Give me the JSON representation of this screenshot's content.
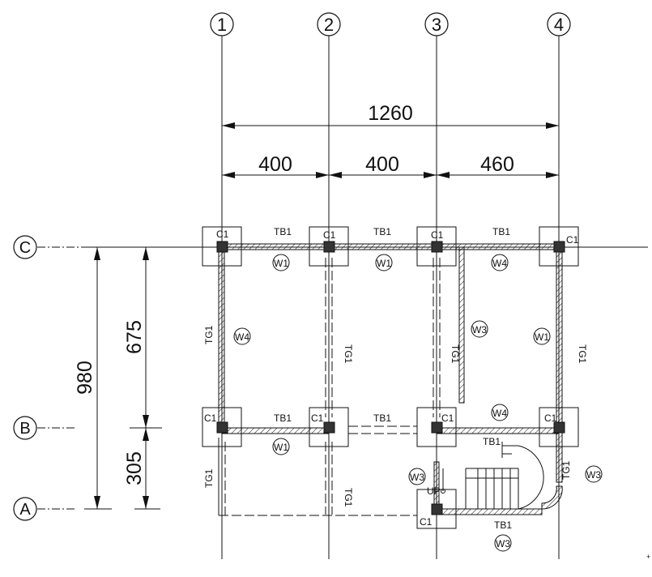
{
  "grid": {
    "columns": [
      "1",
      "2",
      "3",
      "4"
    ],
    "rows": [
      "C",
      "B",
      "A"
    ]
  },
  "dimensions": {
    "overall": "1260",
    "spans": [
      "400",
      "400",
      "460"
    ],
    "vertical_total": "980",
    "vertical_spans": [
      "675",
      "305"
    ]
  },
  "labels": {
    "column": "C1",
    "beam": "TB1",
    "girder": "TG1",
    "stair_up": "UP"
  },
  "walls": {
    "top_left": "W1",
    "top_middle": "W1",
    "top_right": "W4",
    "left_bay": "W4",
    "mid_right_bay": "W3",
    "right_edge": "W1",
    "row_b_right": "W4",
    "row_b_left": "W1",
    "stair_left": "W3",
    "stair_right": "W3",
    "stair_bottom": "W3"
  }
}
